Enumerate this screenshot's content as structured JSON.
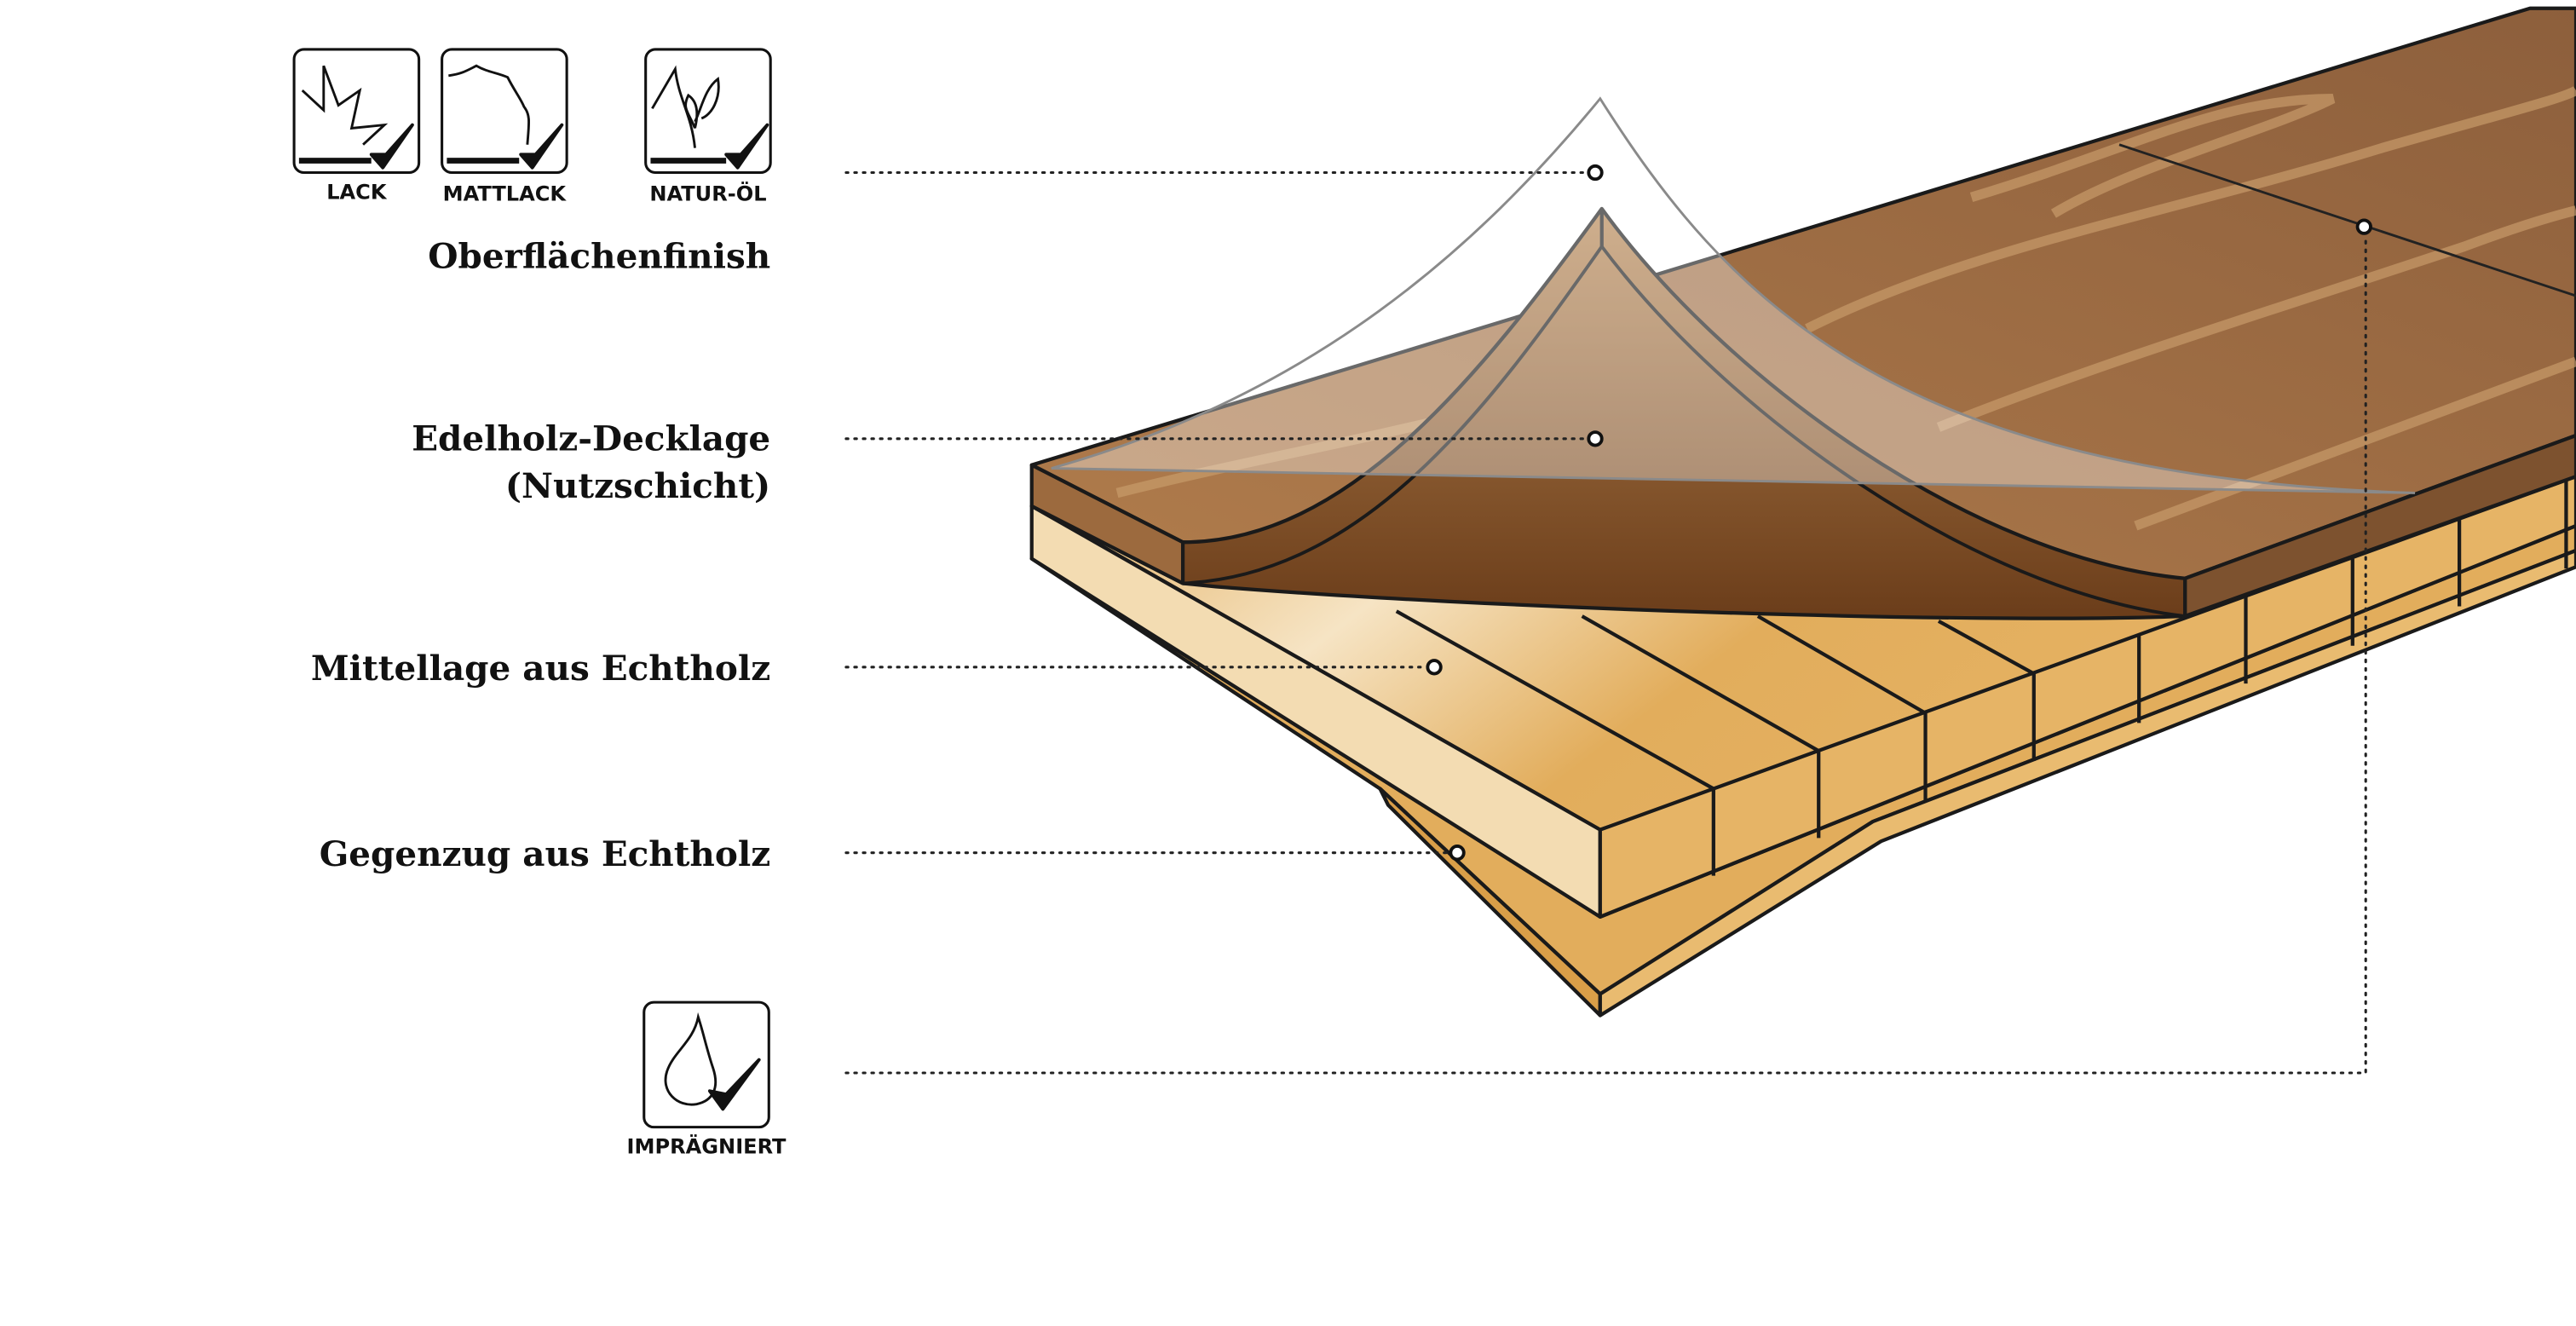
{
  "finish_icons": [
    {
      "label": "LACK",
      "icon": "gloss-lacquer-icon"
    },
    {
      "label": "MATTLACK",
      "icon": "matt-lacquer-icon"
    },
    {
      "label": "NATUR-ÖL",
      "icon": "natural-oil-icon"
    }
  ],
  "layers": {
    "finish": "Oberflächenfinish",
    "top_layer_line1": "Edelholz-Decklage",
    "top_layer_line2": "(Nutzschicht)",
    "middle": "Mittellage aus Echtholz",
    "backing": "Gegenzug aus Echtholz"
  },
  "impregnated": {
    "label": "IMPRÄGNIERT",
    "icon": "water-drop-check-icon"
  },
  "colors": {
    "top_wood": "#9a6b45",
    "core_wood": "#e2ad5c",
    "peel_dark": "#6b3d1a",
    "peel_light": "#b58450"
  }
}
